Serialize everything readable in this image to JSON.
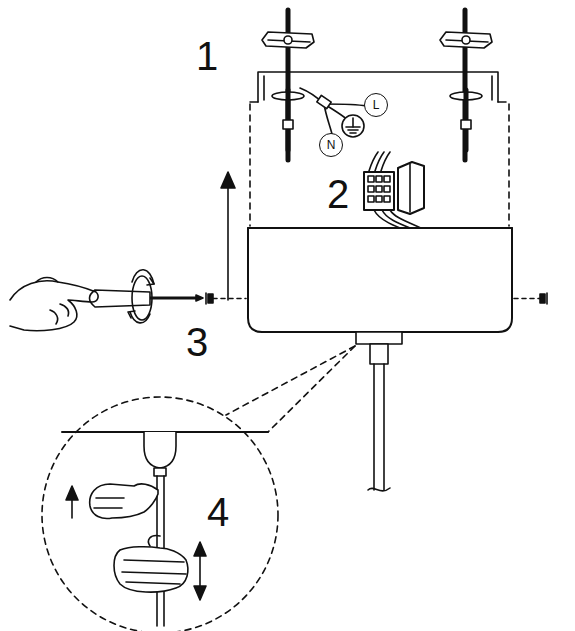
{
  "diagram": {
    "nodes": [
      {
        "text": [
          "N"
        ]
      },
      {
        "text": [
          "L"
        ]
      }
    ],
    "labels": [
      "1",
      "2",
      "3",
      "4"
    ]
  }
}
